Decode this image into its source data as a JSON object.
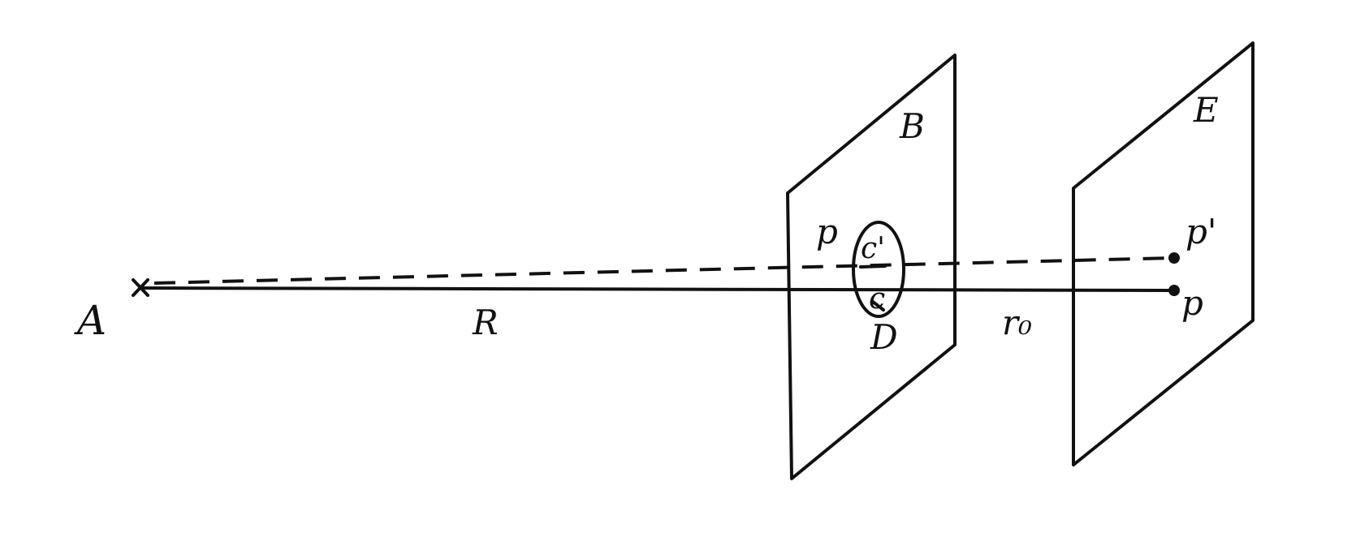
{
  "labels": {
    "source": "A",
    "distance_R": "R",
    "screen_B": "B",
    "screen_E": "E",
    "point_p": "p",
    "point_c_prime": "c'",
    "point_c": "c",
    "aperture_D": "D",
    "distance_r0": "r₀",
    "point_p_prime_right": "p'",
    "point_p_right": "p"
  },
  "colors": {
    "ink": "#111111",
    "background": "#ffffff"
  }
}
